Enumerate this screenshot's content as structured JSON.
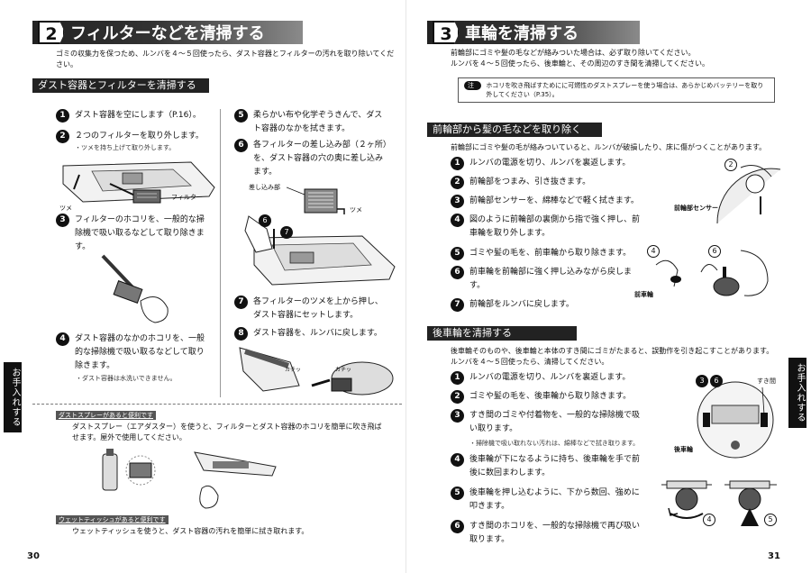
{
  "left": {
    "chapter_num": "2",
    "chapter_title": "フィルターなどを清掃する",
    "intro": "ゴミの収集力を保つため、ルンバを４～５回使ったら、ダスト容器とフィルターの汚れを取り除いてください。",
    "section": "ダスト容器とフィルターを清掃する",
    "steps_a": [
      {
        "n": "1",
        "text": "ダスト容器を空にします（P.16）。"
      },
      {
        "n": "2",
        "text": "２つのフィルターを取り外します。"
      }
    ],
    "step2_sub": "・ツメを持ち上げて取り外します。",
    "fig1_labels": {
      "filter": "フィルター",
      "tsume": "ツメ"
    },
    "step3": {
      "n": "3",
      "text": "フィルターのホコリを、一般的な掃除機で吸い取るなどして取り除きます。"
    },
    "step4": {
      "n": "4",
      "text": "ダスト容器のなかのホコリを、一般的な掃除機で吸い取るなどして取り除きます。"
    },
    "step4_sub": "・ダスト容器は水洗いできません。",
    "step5": {
      "n": "5",
      "text": "柔らかい布や化学ぞうきんで、ダスト容器のなかを拭きます。"
    },
    "step6": {
      "n": "6",
      "text": "各フィルターの差し込み部（２ヶ所）を、ダスト容器の穴の奥に差し込みます。"
    },
    "fig6_labels": {
      "insert": "差し込み部",
      "tsume": "ツメ"
    },
    "fig7_badges": [
      "6",
      "7"
    ],
    "step7": {
      "n": "7",
      "text": "各フィルターのツメを上から押し、ダスト容器にセットします。"
    },
    "step8": {
      "n": "8",
      "text": "ダスト容器を、ルンバに戻します。"
    },
    "fig8_labels": [
      "カチッ",
      "カチッ"
    ],
    "tip1_title": "ダストスプレーがあると便利です",
    "tip1_text": "ダストスプレー（エアダスター）を使うと、フィルターとダスト容器のホコリを簡単に吹き飛ばせます。屋外で使用してください。",
    "tip2_title": "ウェットティッシュがあると便利です",
    "tip2_text": "ウェットティッシュを使うと、ダスト容器の汚れを簡単に拭き取れます。",
    "page": "30"
  },
  "right": {
    "chapter_num": "3",
    "chapter_title": "車輪を清掃する",
    "intro1": "前輪部にゴミや髪の毛などが絡みついた場合は、必ず取り除いてください。",
    "intro2": "ルンバを４～５回使ったら、後車輪と、その周辺のすき間を清掃してください。",
    "note_tag": "注意",
    "note_text": "ホコリを吹き飛ばすためにに可燃性のダストスプレーを使う場合は、あらかじめバッテリーを取り外してください（P.35）。",
    "section1": "前輪部から髪の毛などを取り除く",
    "s1_intro": "前輪部にゴミや髪の毛が絡みついていると、ルンバが破損したり、床に傷がつくことがあります。",
    "s1_steps": [
      {
        "n": "1",
        "text": "ルンバの電源を切り、ルンバを裏返します。"
      },
      {
        "n": "2",
        "text": "前輪部をつまみ、引き抜きます。"
      },
      {
        "n": "3",
        "text": "前輪部センサーを、綿棒などで軽く拭きます。"
      },
      {
        "n": "4",
        "text": "図のように前輪部の裏側から指で強く押し、前車輪を取り外します。"
      },
      {
        "n": "5",
        "text": "ゴミや髪の毛を、前車輪から取り除きます。"
      },
      {
        "n": "6",
        "text": "前車輪を前輪部に強く押し込みながら戻します。"
      },
      {
        "n": "7",
        "text": "前輪部をルンバに戻します。"
      }
    ],
    "fig_s1": {
      "badge_top": "2",
      "sensor": "前輪部センサー",
      "badge_4": "4",
      "badge_6": "6",
      "front_wheel": "前車輪"
    },
    "section2": "後車輪を清掃する",
    "s2_intro": "後車輪そのものや、後車輪と本体のすき間にゴミがたまると、誤動作を引き起こすことがあります。ルンバを４～５回使ったら、清掃してください。",
    "s2_steps": [
      {
        "n": "1",
        "text": "ルンバの電源を切り、ルンバを裏返します。"
      },
      {
        "n": "2",
        "text": "ゴミや髪の毛を、後車輪から取り除きます。"
      },
      {
        "n": "3",
        "text": "すき間のゴミや付着物を、一般的な掃除機で吸い取ります。"
      },
      {
        "n": "4",
        "text": "後車輪が下になるように持ち、後車輪を手で前後に数回まわします。"
      },
      {
        "n": "5",
        "text": "後車輪を押し込むように、下から数回、強めに叩きます。"
      },
      {
        "n": "6",
        "text": "すき間のホコリを、一般的な掃除機で再び吸い取ります。"
      }
    ],
    "s2_step3_sub": "・掃除機で吸い取れない汚れは、綿棒などで拭き取ります。",
    "fig_s2": {
      "badges": [
        "3",
        "6"
      ],
      "gap": "すき間",
      "rear_wheel": "後車輪",
      "badge_4": "4",
      "badge_5": "5"
    },
    "page": "31"
  },
  "side_tab": "お手入れする"
}
